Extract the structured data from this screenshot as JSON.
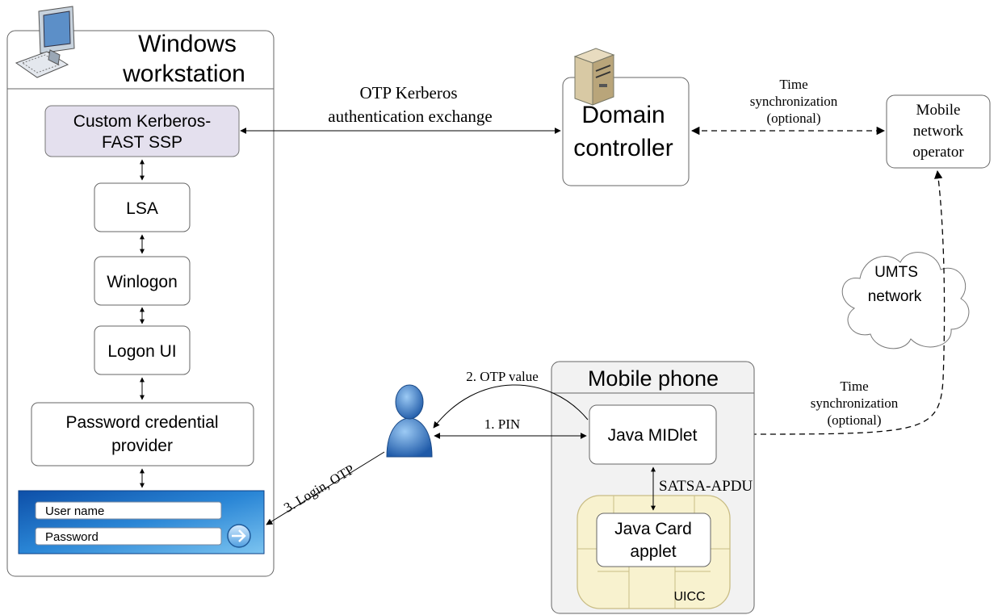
{
  "workstation": {
    "title_line1": "Windows",
    "title_line2": "workstation",
    "ssp_line1": "Custom Kerberos-",
    "ssp_line2": "FAST  SSP",
    "lsa": "LSA",
    "winlogon": "Winlogon",
    "logon_ui": "Logon UI",
    "provider_line1": "Password credential",
    "provider_line2": "provider",
    "login_form": {
      "username_placeholder": "User name",
      "password_placeholder": "Password"
    }
  },
  "domain_controller": {
    "line1": "Domain",
    "line2": "controller"
  },
  "mobile_operator": {
    "line1": "Mobile",
    "line2": "network",
    "line3": "operator"
  },
  "umts_cloud": {
    "line1": "UMTS",
    "line2": "network"
  },
  "mobile_phone": {
    "title": "Mobile phone",
    "midlet": "Java MIDlet",
    "applet_line1": "Java Card",
    "applet_line2": "applet",
    "uicc": "UICC"
  },
  "labels": {
    "otp_exchange_line1": "OTP Kerberos",
    "otp_exchange_line2": "authentication exchange",
    "time_sync_top_line1": "Time",
    "time_sync_top_line2": "synchronization",
    "time_sync_top_line3": "(optional)",
    "time_sync_bottom_line1": "Time",
    "time_sync_bottom_line2": "synchronization",
    "time_sync_bottom_line3": "(optional)",
    "otp_value": "2. OTP value",
    "pin": "1. PIN",
    "login_otp": "3. Login, OTP",
    "satsa": "SATSA-APDU"
  },
  "colors": {
    "ssp_fill": "#e4e0ee",
    "login_form_blue": "#1c6fc4",
    "chip_fill": "#f8f2cf",
    "chip_stroke": "#c9bd85",
    "user_blue": "#2f6fbd",
    "phone_fill": "#f2f2f2"
  }
}
